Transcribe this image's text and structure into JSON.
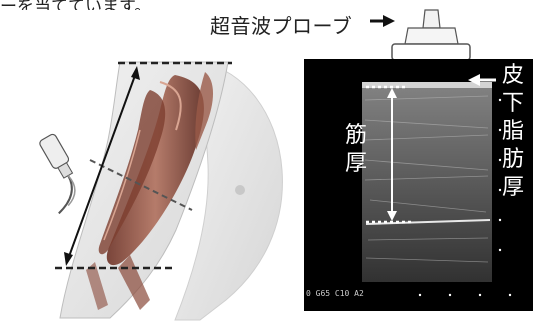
{
  "top_fragment": "ーを当てています。",
  "probe_caption": "超音波プローブ",
  "labels": {
    "muscle_thickness": "筋\n厚",
    "subcutaneous_fat_thickness": "皮\n下\n脂\n肪\n厚"
  },
  "scan_settings_text": "0  G65  C10  A2",
  "icons": [
    "ultrasound-probe-icon",
    "arrow-right-icon",
    "arrow-left-icon",
    "double-arrow-icon"
  ],
  "colors": {
    "ultrasound_background": "#000000",
    "dashed_line": "#222222",
    "marker": "#ffffff",
    "muscle": "#8a4a3a"
  }
}
